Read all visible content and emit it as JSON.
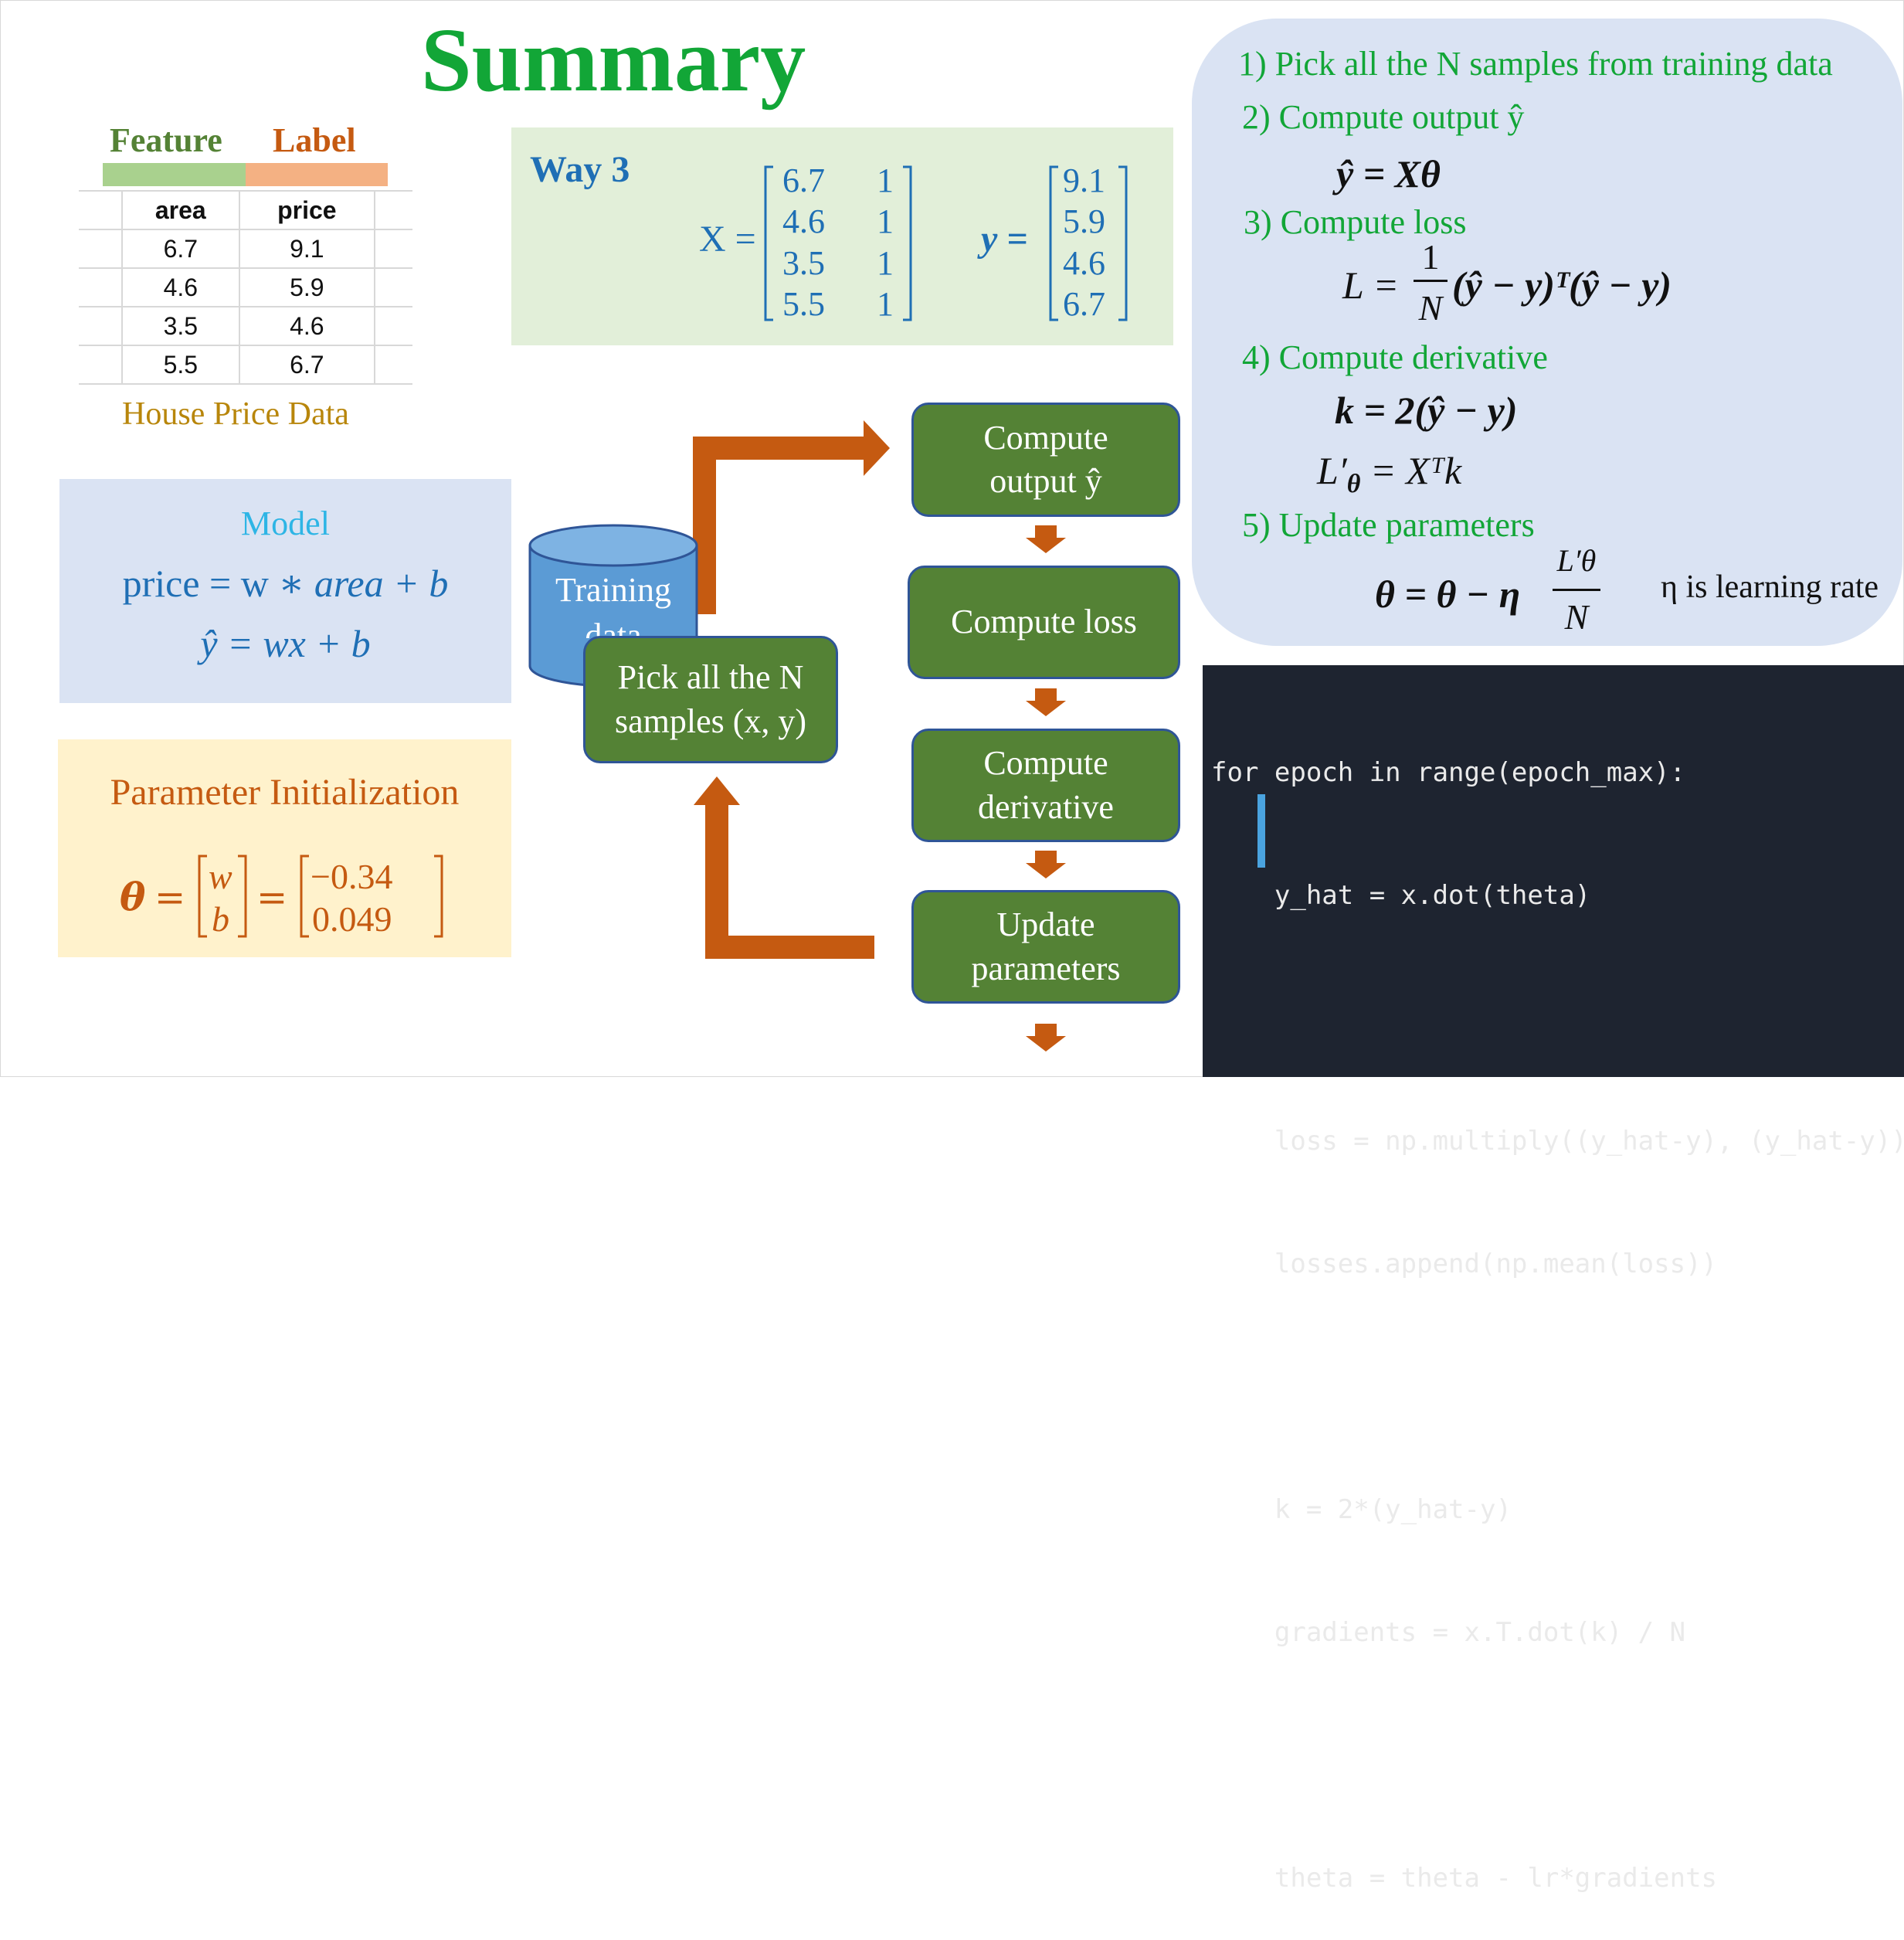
{
  "title": "Summary",
  "table": {
    "feature_header": "Feature",
    "label_header": "Label",
    "columns": [
      "area",
      "price"
    ],
    "rows": [
      [
        "6.7",
        "9.1"
      ],
      [
        "4.6",
        "5.9"
      ],
      [
        "3.5",
        "4.6"
      ],
      [
        "5.5",
        "6.7"
      ]
    ],
    "caption": "House Price Data"
  },
  "way3": {
    "title": "Way 3",
    "x_label": "X =",
    "y_label": "y =",
    "x_matrix": [
      [
        "6.7",
        "1"
      ],
      [
        "4.6",
        "1"
      ],
      [
        "3.5",
        "1"
      ],
      [
        "5.5",
        "1"
      ]
    ],
    "y_vector": [
      "9.1",
      "5.9",
      "4.6",
      "6.7"
    ]
  },
  "model": {
    "title": "Model",
    "eq1_left": "price = w ∗ ",
    "eq1_right": "area + b",
    "eq2": "ŷ = wx + b"
  },
  "param_init": {
    "title": "Parameter Initialization",
    "theta": "θ",
    "params": [
      "w",
      "b"
    ],
    "values": [
      "−0.34",
      "0.049"
    ]
  },
  "flow": {
    "database_label": "Training data",
    "pick": "Pick all the N samples (x, y)",
    "output": "Compute output ŷ",
    "loss": "Compute loss",
    "derivative": "Compute derivative",
    "update": "Update parameters"
  },
  "steps": {
    "step1": "1) Pick all the N samples from training data",
    "step2": "2) Compute output ŷ",
    "step2_eq": "ŷ = Xθ",
    "step3": "3) Compute loss",
    "step3_eq_left": "L =",
    "step3_eq_right": "(ŷ − y)ᵀ(ŷ − y)",
    "step3_frac_num": "1",
    "step3_frac_den": "N",
    "step4": "4) Compute derivative",
    "step4_eq1": "k = 2(ŷ − y)",
    "step4_eq2_left": "L′",
    "step4_eq2_sub": "θ",
    "step4_eq2_right": "= Xᵀk",
    "step5": "5) Update parameters",
    "step5_eq_left": "θ = θ − η",
    "step5_frac_num": "L′θ",
    "step5_frac_den": "N",
    "lr_note": "η is learning rate"
  },
  "code": {
    "lines": [
      "for epoch in range(epoch_max):",
      "    y_hat = x.dot(theta)",
      "",
      "    loss = np.multiply((y_hat-y), (y_hat-y))",
      "    losses.append(np.mean(loss))",
      "",
      "    k = 2*(y_hat-y)",
      "    gradients = x.T.dot(k) / N",
      "",
      "    theta = theta - lr*gradients"
    ]
  },
  "colors": {
    "title_green": "#12a637",
    "flow_green": "#548235",
    "arrow_orange": "#c55a11",
    "blue_text": "#1f6fb5",
    "code_bg": "#1e2430"
  }
}
